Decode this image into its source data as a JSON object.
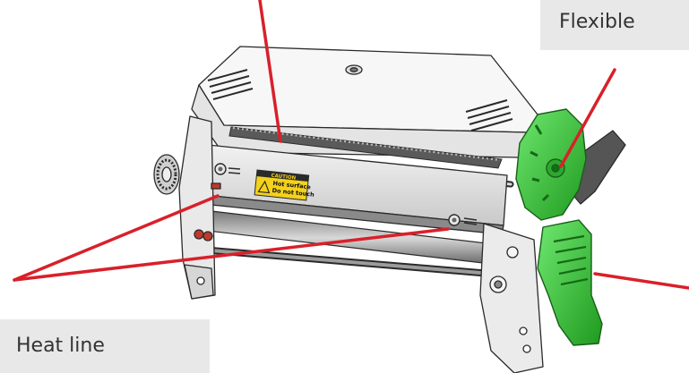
{
  "labels": {
    "flexible": "Flexible",
    "heat_line": "Heat line"
  },
  "warning_label": {
    "line1": "CAUTION",
    "line2": "Hot surface",
    "line3": "Do not touch"
  },
  "colors": {
    "callout_line": "#d9202a",
    "knob_green": "#3fd43f",
    "knob_green_dark": "#1f8f1f",
    "label_bg": "#e8e8e8",
    "label_text": "#333333",
    "outline": "#2a2a2a"
  }
}
